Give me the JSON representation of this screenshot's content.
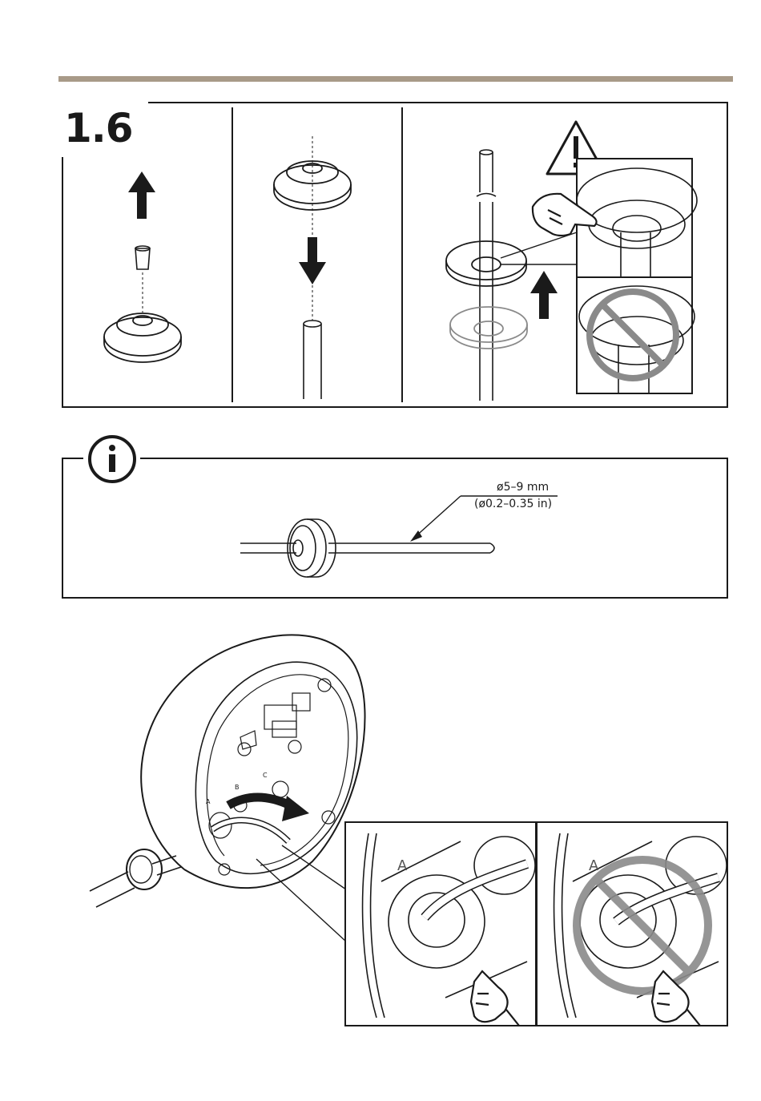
{
  "step": {
    "number": "1.6"
  },
  "info": {
    "dimension_mm": "ø5–9 mm",
    "dimension_in": "(ø0.2–0.35 in)"
  },
  "inset": {
    "port_label": "A"
  },
  "board": {
    "port_labels": [
      "A",
      "B",
      "C"
    ]
  },
  "icons": [
    "warning-icon",
    "info-icon",
    "arrow-up-icon",
    "arrow-down-icon",
    "prohibited-icon",
    "pointing-hand-icon"
  ],
  "colors": {
    "accent_rule": "#a89a88",
    "prohibited": "#8a8a8a",
    "line": "#1a1a1a"
  }
}
